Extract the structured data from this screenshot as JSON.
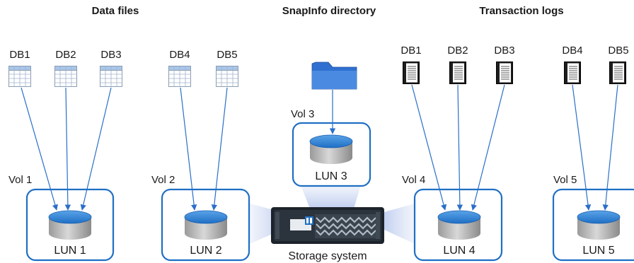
{
  "headers": {
    "data_files": "Data files",
    "snapinfo": "SnapInfo directory",
    "transaction_logs": "Transaction logs"
  },
  "data_files": {
    "db1": "DB1",
    "db2": "DB2",
    "db3": "DB3",
    "db4": "DB4",
    "db5": "DB5"
  },
  "logs": {
    "db1": "DB1",
    "db2": "DB2",
    "db3": "DB3",
    "db4": "DB4",
    "db5": "DB5"
  },
  "volumes": {
    "vol1": "Vol 1",
    "vol2": "Vol 2",
    "vol3": "Vol 3",
    "vol4": "Vol 4",
    "vol5": "Vol 5"
  },
  "luns": {
    "lun1": "LUN 1",
    "lun2": "LUN 2",
    "lun3": "LUN 3",
    "lun4": "LUN 4",
    "lun5": "LUN 5"
  },
  "storage_label": "Storage system",
  "colors": {
    "accent": "#1f6fc4",
    "arrow": "#2a6fc9",
    "disk_top": "#2f7fd1",
    "folder": "#2f6fd0"
  }
}
